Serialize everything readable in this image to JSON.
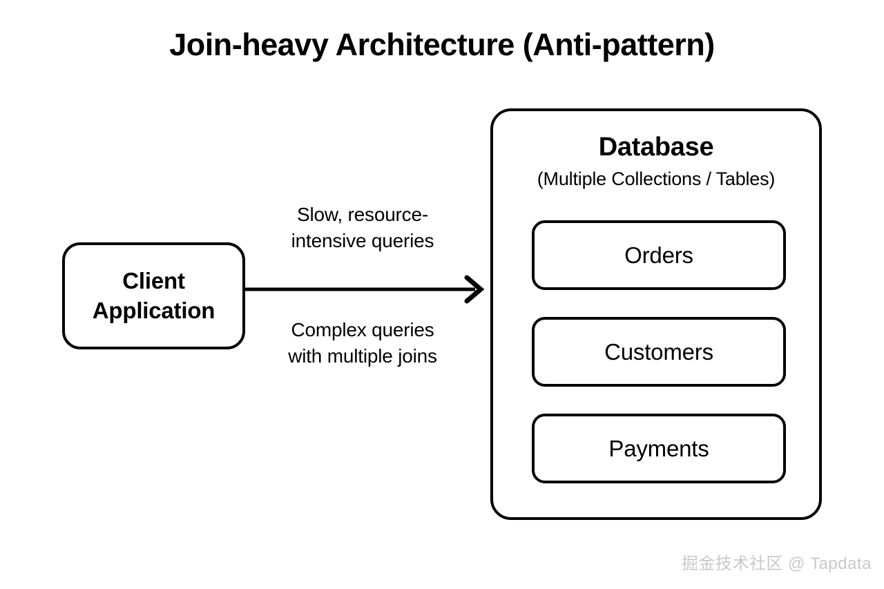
{
  "diagram": {
    "title": "Join-heavy Architecture (Anti-pattern)",
    "background_color": "#ffffff",
    "stroke_color": "#000000",
    "client": {
      "line1": "Client",
      "line2": "Application"
    },
    "flow": {
      "label_above_line1": "Slow, resource-",
      "label_above_line2": "intensive queries",
      "label_below_line1": "Complex queries",
      "label_below_line2": "with multiple joins",
      "arrow_icon": "arrow-right-icon",
      "direction": "client-to-database"
    },
    "database": {
      "title": "Database",
      "subtitle": "(Multiple Collections / Tables)",
      "items": [
        {
          "label": "Orders"
        },
        {
          "label": "Customers"
        },
        {
          "label": "Payments"
        }
      ]
    },
    "watermark": {
      "text": "掘金技术社区 @ Tapdata",
      "color": "#c9c9c9"
    }
  }
}
